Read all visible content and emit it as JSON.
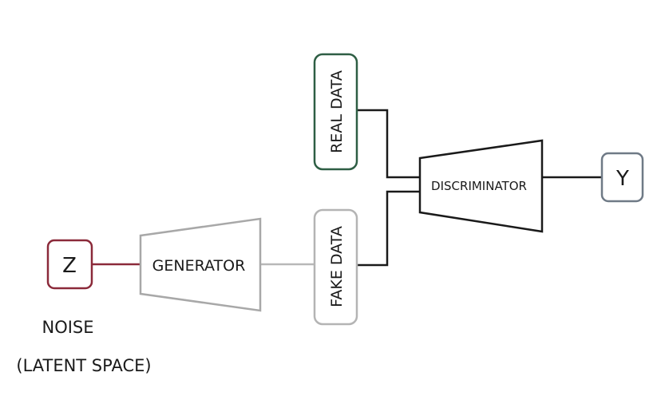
{
  "nodes": {
    "z": {
      "label": "Z"
    },
    "noise_line1": "NOISE",
    "noise_line2": "(LATENT SPACE)",
    "generator": {
      "label": "GENERATOR"
    },
    "fake_data": {
      "label": "FAKE DATA"
    },
    "real_data": {
      "label": "REAL DATA"
    },
    "discriminator": {
      "label": "DISCRIMINATOR"
    },
    "y": {
      "label": "Y"
    }
  },
  "colors": {
    "z_border": "#8b2a3a",
    "real_border": "#2e5e44",
    "generator_border": "#a8a8a8",
    "fake_border": "#b4b4b4",
    "discriminator_border": "#1a1a1a",
    "y_border": "#6f7a86",
    "line_dark": "#1a1a1a",
    "line_light": "#b8b8b8"
  }
}
